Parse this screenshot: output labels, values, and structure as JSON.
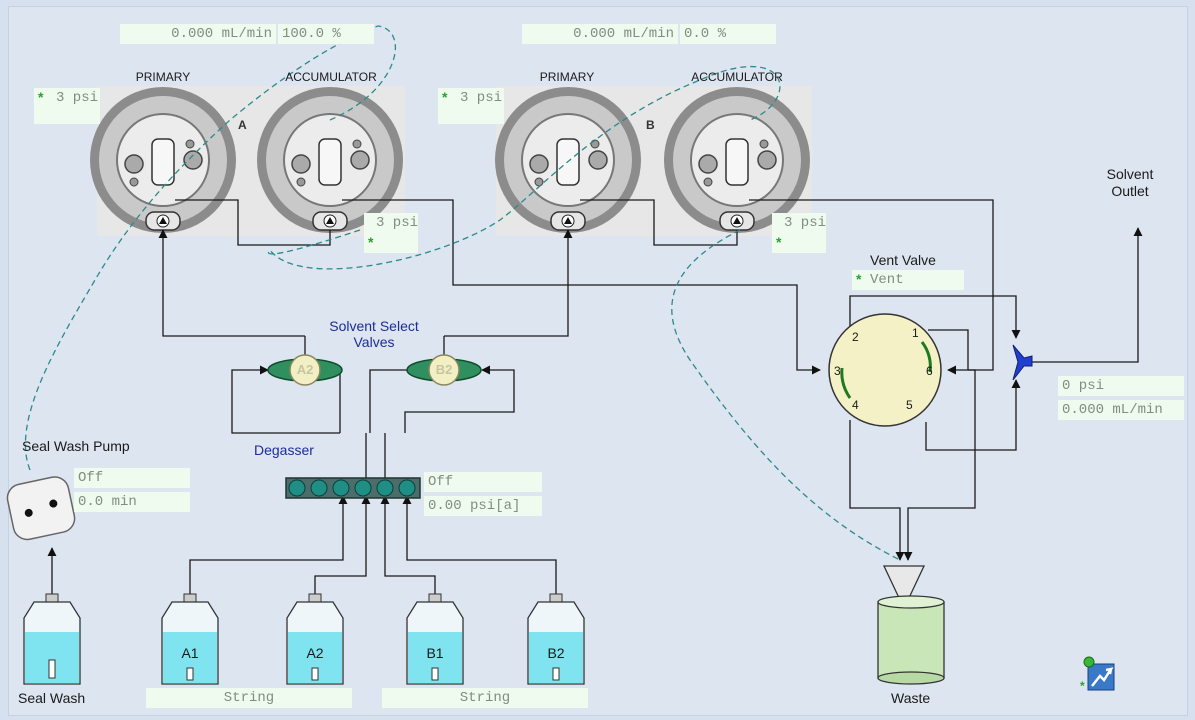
{
  "pump_a": {
    "flow": "0.000 mL/min",
    "composition": "100.0 %",
    "primary_label": "PRIMARY",
    "accumulator_label": "ACCUMULATOR",
    "letter": "A",
    "primary_pressure": "3 psi",
    "accumulator_pressure": "3 psi"
  },
  "pump_b": {
    "flow": "0.000 mL/min",
    "composition": "0.0 %",
    "primary_label": "PRIMARY",
    "accumulator_label": "ACCUMULATOR",
    "letter": "B",
    "primary_pressure": "3 psi",
    "accumulator_pressure": "3 psi"
  },
  "asterisk": "*",
  "solvent_select": {
    "title_line1": "Solvent Select",
    "title_line2": "Valves",
    "valve_a": "A2",
    "valve_b": "B2"
  },
  "degasser": {
    "label": "Degasser",
    "state": "Off",
    "vacuum": "0.00 psi[a]"
  },
  "seal_wash": {
    "pump_label": "Seal Wash Pump",
    "state": "Off",
    "time": "0.0 min",
    "bottle_label": "Seal Wash"
  },
  "bottles": [
    {
      "label": "A1"
    },
    {
      "label": "A2"
    },
    {
      "label": "B1"
    },
    {
      "label": "B2"
    }
  ],
  "bottle_strings": [
    "String",
    "String"
  ],
  "vent_valve": {
    "label": "Vent Valve",
    "state": "Vent",
    "ports": [
      "1",
      "2",
      "3",
      "4",
      "5",
      "6"
    ]
  },
  "outlet": {
    "label_line1": "Solvent",
    "label_line2": "Outlet",
    "pressure": "0 psi",
    "flow": "0.000 mL/min"
  },
  "waste": {
    "label": "Waste"
  },
  "colors": {
    "background": "#dde5f1",
    "readout_bg": "#effbef",
    "readout_text": "#7f8f7f",
    "valve_green": "#2e8b57",
    "mixer_blue": "#1f3fd0",
    "tube": "#1a1a1a",
    "dashed": "#2b8a8a"
  }
}
